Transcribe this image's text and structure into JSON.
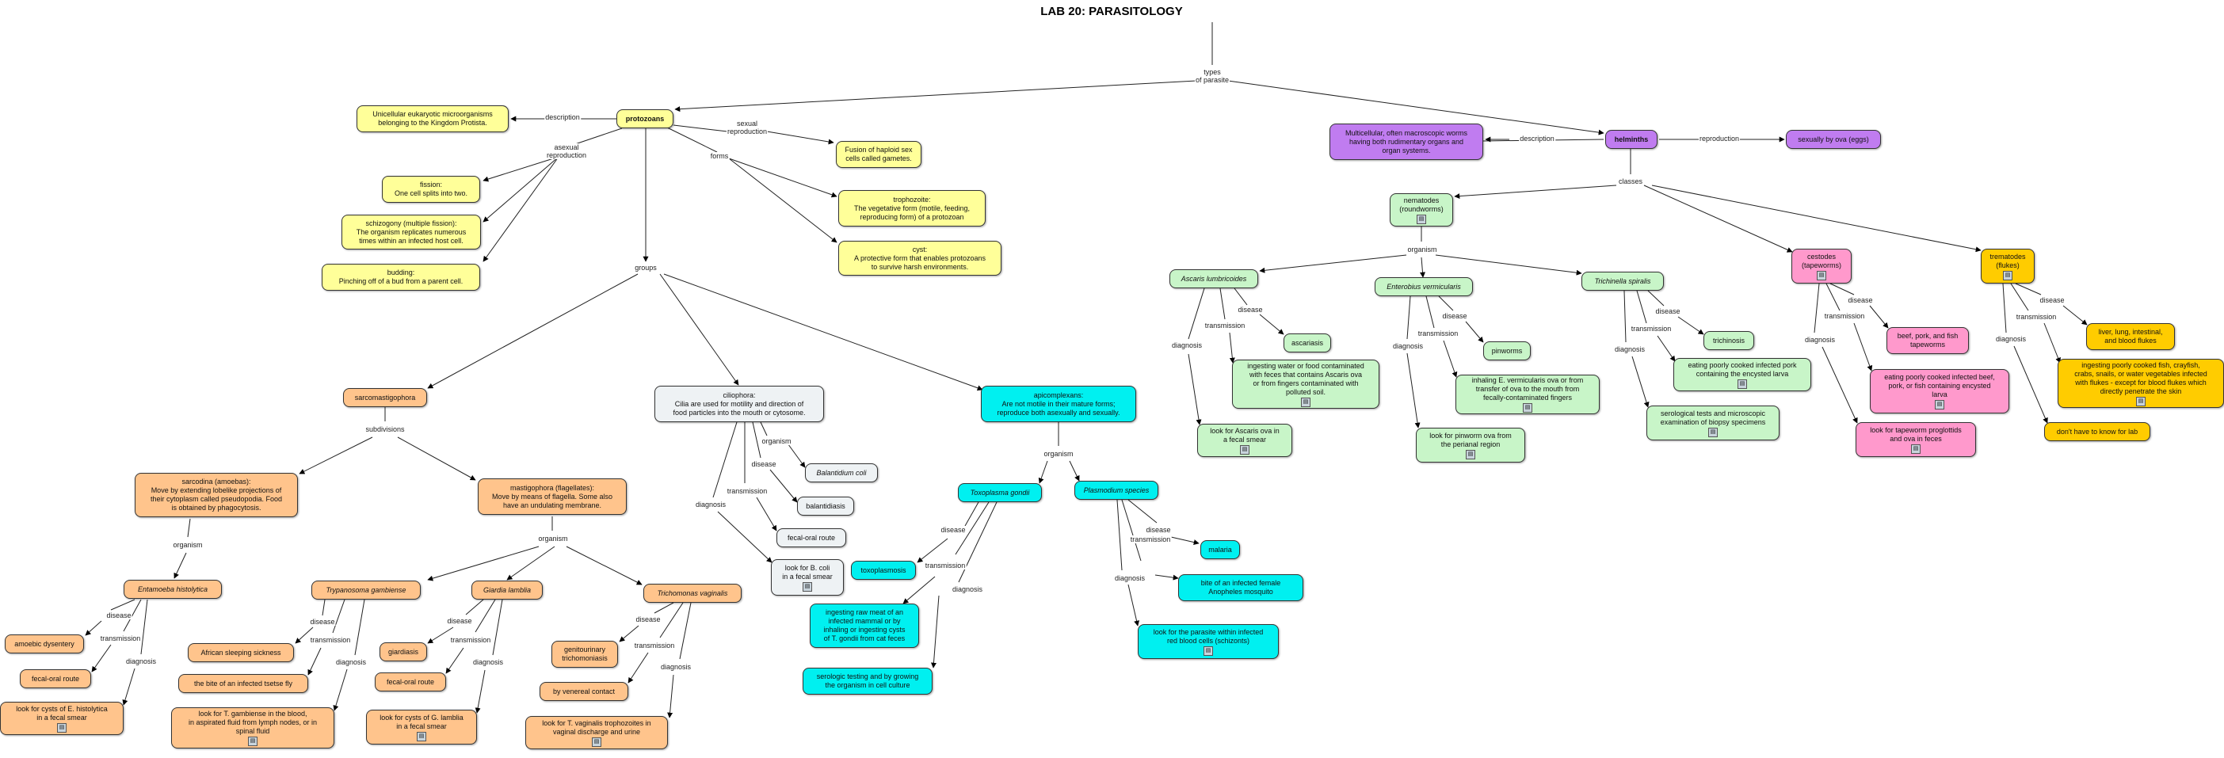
{
  "title": "LAB 20: PARASITOLOGY",
  "colors": {
    "protozoa": "#ffff99",
    "helminth_root": "#c07cf0",
    "nematode": "#c8f5c8",
    "cestode": "#ff99cc",
    "trematode": "#ffcc00",
    "sarco": "#ffc48c",
    "cilio": "#eef2f4",
    "apico": "#00f0f0"
  },
  "nodes": {
    "protozoans": "protozoans",
    "proto_desc": "Unicellular eukaryotic microorganisms\nbelonging to the Kingdom Protista.",
    "fission": "fission:\nOne cell splits into two.",
    "schizogony": "schizogony (multiple fission):\nThe organism replicates numerous\ntimes within an infected host cell.",
    "budding": "budding:\nPinching off of a bud from a parent cell.",
    "fusion": "Fusion of haploid sex\ncells called gametes.",
    "trophozoite": "trophozoite:\nThe vegetative form (motile, feeding,\nreproducing form) of a protozoan",
    "cyst": "cyst:\nA protective form that enables protozoans\nto survive harsh environments.",
    "sarcomastigophora": "sarcomastigophora",
    "sarcodina": "sarcodina (amoebas):\nMove by extending lobelike projections of\ntheir cytoplasm called pseudopodia. Food\nis obtained by phagocytosis.",
    "mastigophora": "mastigophora (flagellates):\nMove by means of flagella. Some also\nhave an undulating membrane.",
    "entamoeba": "Entamoeba  histolytica",
    "amoebic": "amoebic dysentery",
    "fecal1": "fecal-oral route",
    "entam_diag": "look for cysts of E. histolytica\nin a fecal smear",
    "trypanosoma": "Trypanosoma  gambiense",
    "sleeping": "African sleeping sickness",
    "tsetse": "the bite of an infected tsetse fly",
    "tryp_diag": "look for T. gambiense  in the blood,\nin aspirated fluid from lymph nodes, or in\nspinal fluid",
    "giardia": "Giardia lamblia",
    "giardiasis": "giardiasis",
    "fecal2": "fecal-oral route",
    "giardia_diag": "look for cysts of G. lamblia\nin a fecal smear",
    "trichomonas": "Trichomonas vaginalis",
    "genitourinary": "genitourinary\ntrichomoniasis",
    "venereal": "by venereal contact",
    "trich_diag": "look for T. vaginalis  trophozoites in\nvaginal discharge and urine",
    "ciliophora": "ciliophora:\nCilia are used for motility and direction of\nfood particles into the mouth or cytosome.",
    "balantidium": "Balantidium coli",
    "balantidiasis": "balantidiasis",
    "fecal3": "fecal-oral route",
    "bcoli_diag": "look for B. coli\nin a fecal smear",
    "apicomplexans": "apicomplexans:\nAre not motile in their mature forms;\nreproduce both asexually and sexually.",
    "toxoplasma": "Toxoplasma gondii",
    "toxoplasmosis": "toxoplasmosis",
    "toxo_trans": "ingesting raw meat of an\ninfected mammal or by\ninhaling or ingesting cysts\nof T. gondii  from cat feces",
    "toxo_diag": "serologic testing and by growing\nthe organism in cell culture",
    "plasmodium": "Plasmodium  species",
    "malaria": "malaria",
    "anopheles": "bite of an infected female\nAnopheles  mosquito",
    "plasmo_diag": "look for the parasite within infected\nred blood cells (schizonts)",
    "helminths": "helminths",
    "helm_desc": "Multicellular, often macroscopic worms\nhaving both rudimentary organs and\norgan systems.",
    "helm_repro": "sexually by ova (eggs)",
    "nematodes": "nematodes\n(roundworms)",
    "ascaris": "Ascaris lumbricoides",
    "ascariasis": "ascariasis",
    "ascaris_trans": "ingesting water or food contaminated\nwith feces that contains Ascaris  ova\nor from fingers contaminated with\npolluted soil.",
    "ascaris_diag": "look for Ascaris  ova in\na fecal smear",
    "enterobius": "Enterobius vermicularis",
    "pinworms": "pinworms",
    "entero_trans": "inhaling E. vermicularis  ova or from\ntransfer of ova to the mouth from\nfecally-contaminated fingers",
    "entero_diag": "look for pinworm ova from\nthe perianal region",
    "trichinella": "Trichinella spiralis",
    "trichinosis": "trichinosis",
    "trichi_trans": "eating poorly cooked infected pork\ncontaining the encysted larva",
    "trichi_diag": "serological tests and microscopic\nexamination of biopsy specimens",
    "cestodes": "cestodes\n(tapeworms)",
    "tapeworms_dis": "beef, pork, and fish\ntapeworms",
    "cest_trans": "eating poorly cooked infected beef,\npork, or fish containing encysted\nlarva",
    "cest_diag": "look for tapeworm proglottids\nand ova in feces",
    "trematodes": "trematodes\n(flukes)",
    "flukes_dis": "liver, lung, intestinal,\nand blood flukes",
    "trem_trans": "ingesting poorly cooked fish, crayfish,\ncrabs, snails, or water vegetables infected\nwith flukes - except for blood flukes which\ndirectly penetrate the skin",
    "trem_diag": "don't have to know for lab"
  },
  "links": {
    "types": "types\nof parasite",
    "description": "description",
    "asexual": "asexual\nreproduction",
    "sexual": "sexual\nreproduction",
    "forms": "forms",
    "groups": "groups",
    "subdivisions": "subdivisions",
    "organism": "organism",
    "disease": "disease",
    "transmission": "transmission",
    "diagnosis": "diagnosis",
    "reproduction": "reproduction",
    "classes": "classes"
  }
}
